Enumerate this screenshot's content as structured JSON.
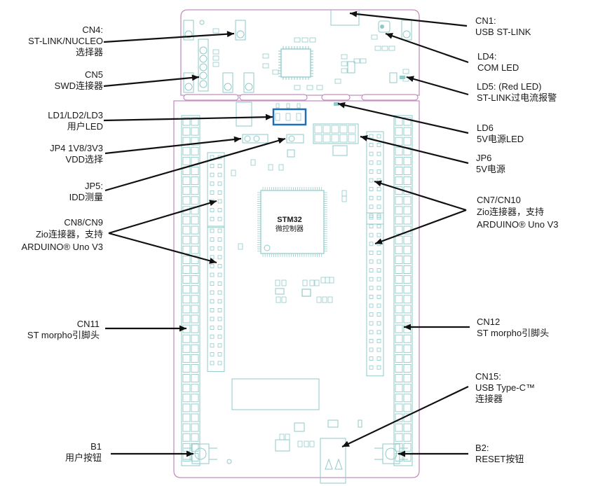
{
  "diagram": {
    "title": "STM32 Nucleo-144 board top view",
    "mcu": {
      "name": "STM32",
      "subtitle": "微控制器"
    },
    "colors": {
      "board_outline": "#c48fc1",
      "silkscreen": "#8fcac8",
      "highlight": "#1e6fb8",
      "arrow": "#111111",
      "text": "#1a1a1a"
    },
    "labels_left": [
      {
        "id": "cn4",
        "lines": [
          "CN4:",
          "ST-LINK/NUCLEO",
          "选择器"
        ]
      },
      {
        "id": "cn5",
        "lines": [
          "CN5",
          "SWD连接器"
        ]
      },
      {
        "id": "ld1-ld3",
        "lines": [
          "LD1/LD2/LD3",
          "用户LED"
        ]
      },
      {
        "id": "jp4",
        "lines": [
          "JP4 1V8/3V3",
          "VDD选择"
        ]
      },
      {
        "id": "jp5",
        "lines": [
          "JP5:",
          "IDD测量"
        ]
      },
      {
        "id": "cn8-cn9",
        "lines": [
          "CN8/CN9",
          "Zio连接器，支持",
          "ARDUINO® Uno V3"
        ]
      },
      {
        "id": "cn11",
        "lines": [
          "CN11",
          "ST morpho引脚头"
        ]
      },
      {
        "id": "b1",
        "lines": [
          "B1",
          "用户按钮"
        ]
      }
    ],
    "labels_right": [
      {
        "id": "cn1",
        "lines": [
          "CN1:",
          "USB ST-LINK"
        ]
      },
      {
        "id": "ld4",
        "lines": [
          "LD4:",
          "COM LED"
        ]
      },
      {
        "id": "ld5",
        "lines": [
          "LD5: (Red LED)",
          "ST-LINK过电流报警"
        ]
      },
      {
        "id": "ld6",
        "lines": [
          "LD6",
          "5V电源LED"
        ]
      },
      {
        "id": "jp6",
        "lines": [
          "JP6",
          "5V电源"
        ]
      },
      {
        "id": "cn7-cn10",
        "lines": [
          "CN7/CN10",
          "Zio连接器，支持",
          "ARDUINO® Uno V3"
        ]
      },
      {
        "id": "cn12",
        "lines": [
          "CN12",
          "ST morpho引脚头"
        ]
      },
      {
        "id": "cn15",
        "lines": [
          "CN15:",
          "USB Type-C™",
          "连接器"
        ]
      },
      {
        "id": "b2",
        "lines": [
          "B2:",
          "RESET按钮"
        ]
      }
    ]
  }
}
